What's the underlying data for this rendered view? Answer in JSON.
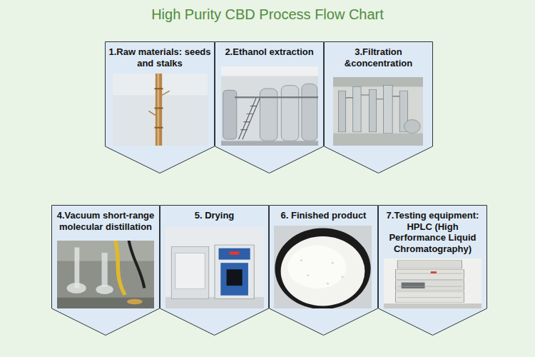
{
  "diagram": {
    "title": "High Purity CBD Process Flow Chart",
    "nodes": [
      {
        "text": [
          "1.Raw materials: seeds and stalks"
        ]
      },
      {
        "text": [
          "2.Ethanol extraction"
        ]
      },
      {
        "text": [
          "3.Filtration &concentration"
        ]
      },
      {
        "text": [
          "4.Vacuum short-range molecular distillation"
        ]
      },
      {
        "text": [
          "5. Drying"
        ]
      },
      {
        "text": [
          "6. Finished product"
        ]
      },
      {
        "text": [
          "7.Testing equipment: HPLC (High Performance Liquid Chromatography)"
        ]
      }
    ]
  }
}
